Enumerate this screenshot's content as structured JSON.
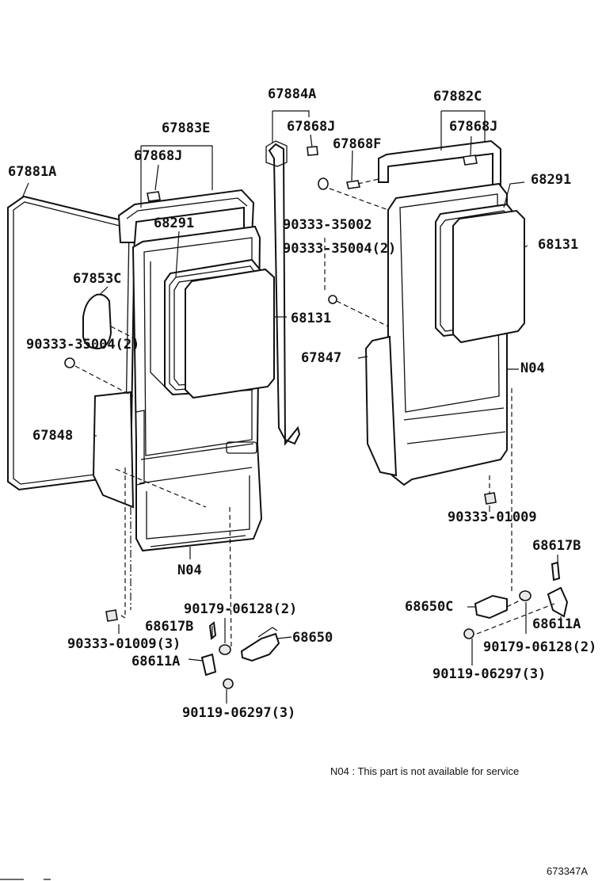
{
  "labels": {
    "l_67884A": "67884A",
    "l_67882C": "67882C",
    "l_67883E": "67883E",
    "l_67868J_a": "67868J",
    "l_67868J_b": "67868J",
    "l_67868J_c": "67868J",
    "l_67868F": "67868F",
    "l_67881A": "67881A",
    "l_68291_a": "68291",
    "l_68291_b": "68291",
    "l_90333_35002": "90333-35002",
    "l_90333_35004_a": "90333-35004(2)",
    "l_90333_35004_b": "90333-35004(2)",
    "l_68131_a": "68131",
    "l_68131_b": "68131",
    "l_67853C": "67853C",
    "l_67847": "67847",
    "l_N04_a": "N04",
    "l_N04_b": "N04",
    "l_67848": "67848",
    "l_90333_01009_a": "90333-01009",
    "l_90333_01009_b": "90333-01009(3)",
    "l_68617B_a": "68617B",
    "l_68617B_b": "68617B",
    "l_90179_a": "90179-06128(2)",
    "l_90179_b": "90179-06128(2)",
    "l_68650": "68650",
    "l_68650C": "68650C",
    "l_68611A_a": "68611A",
    "l_68611A_b": "68611A",
    "l_90119_a": "90119-06297(3)",
    "l_90119_b": "90119-06297(3)"
  },
  "note": "N04 : This part is not available for service",
  "drawing_code": "673347A"
}
